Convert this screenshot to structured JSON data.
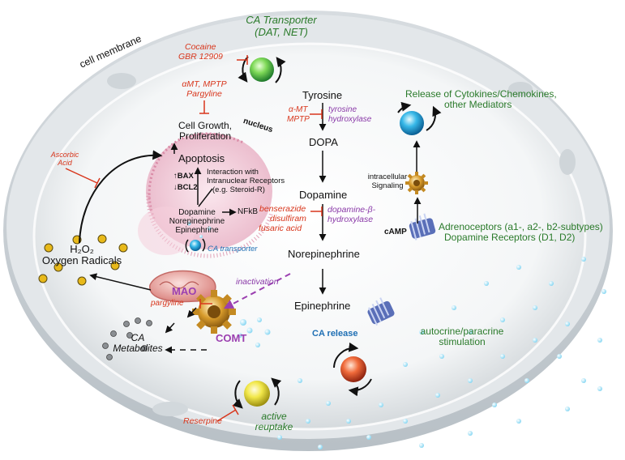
{
  "top": {
    "transporter_title": "CA Transporter",
    "transporter_sub": "(DAT, NET)",
    "cocaine": "Cocaine",
    "gbr": "GBR 12909",
    "cell_membrane": "cell membrane",
    "amt_mptp": "αMT, MPTP",
    "pargyline_top": "Pargyline"
  },
  "nucleus": {
    "label": "nucleus",
    "growth_1": "Cell Growth,",
    "growth_2": "Proliferation",
    "apoptosis": "Apoptosis",
    "bax": "↑BAX",
    "bcl2": "↓BCL2",
    "interaction_1": "Interaction with",
    "interaction_2": "Intranuclear Receptors",
    "interaction_3": "(e.g. Steroid-R)",
    "cat_1": "Dopamine",
    "cat_2": "Norepinephrine",
    "cat_3": "Epinephrine",
    "nfkb": "NFkB",
    "ca_transporter": "CA transporter"
  },
  "left": {
    "ascorbic_1": "Ascorbic",
    "ascorbic_2": "Acid",
    "h2o2": "H₂O₂",
    "radicals": "Oxygen Radicals",
    "mao": "MAO",
    "pargyline": "pargyline",
    "comt": "COMT",
    "metab_1": "CA",
    "metab_2": "Metabolites",
    "reserpine": "Reserpine",
    "reuptake_1": "active",
    "reuptake_2": "reuptake"
  },
  "pathway": {
    "tyrosine": "Tyrosine",
    "amt": "α-MT",
    "mptp": "MPTP",
    "th_1": "tyrosine",
    "th_2": "hydroxylase",
    "dopa": "DOPA",
    "dopamine": "Dopamine",
    "benserazide": "benserazide",
    "disulfiram": "disulfiram",
    "fusaric": "fusaric acid",
    "dbh_1": "dopamine-β-",
    "dbh_2": "hydroxylase",
    "norepinephrine": "Norepinephrine",
    "inactivation": "inactivation",
    "epinephrine": "Epinephrine",
    "ca_release": "CA release"
  },
  "right": {
    "release_1": "Release of Cytokines/Chemokines,",
    "release_2": "other Mediators",
    "intracellular_1": "intracellular",
    "intracellular_2": "Signaling",
    "camp": "cAMP",
    "adreno_1": "Adrenoceptors (a1-, a2-, b2-subtypes)",
    "adreno_2": "Dopamine Receptors (D1, D2)",
    "autocrine_1": "autocrine/paracrine",
    "autocrine_2": "stimulation"
  },
  "colors": {
    "inhibitor": "#d8361c",
    "enzyme": "#8a3aa8",
    "receptor_text": "#2a7a2a",
    "mao_comt": "#9b3fb0",
    "transport_blue": "#1f6fb4"
  }
}
